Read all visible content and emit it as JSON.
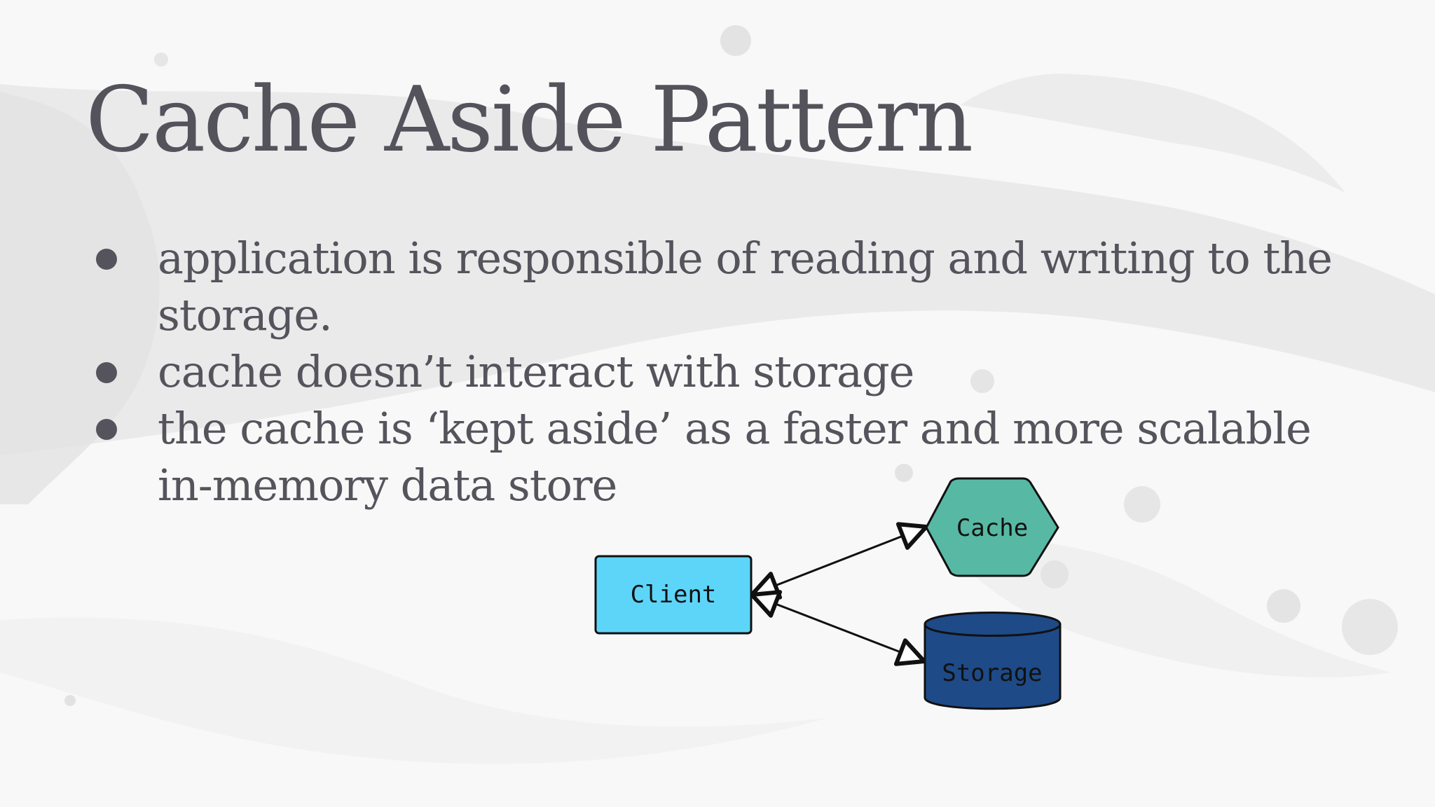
{
  "slide": {
    "title": "Cache Aside Pattern",
    "bullets": [
      "application is responsible of reading and writing to the storage.",
      "cache doesn’t interact with storage",
      "the cache is ‘kept aside’ as a faster and more scalable in-memory data store"
    ]
  },
  "diagram": {
    "nodes": {
      "client": {
        "label": "Client",
        "color": "#5dd5f8"
      },
      "cache": {
        "label": "Cache",
        "color": "#57b9a3"
      },
      "storage": {
        "label": "Storage",
        "color": "#1e4a87"
      }
    },
    "edges": [
      {
        "from": "client",
        "to": "cache",
        "bidirectional": true
      },
      {
        "from": "client",
        "to": "storage",
        "bidirectional": true
      }
    ]
  },
  "colors": {
    "text": "#55545c",
    "background": "#f8f8f8"
  }
}
